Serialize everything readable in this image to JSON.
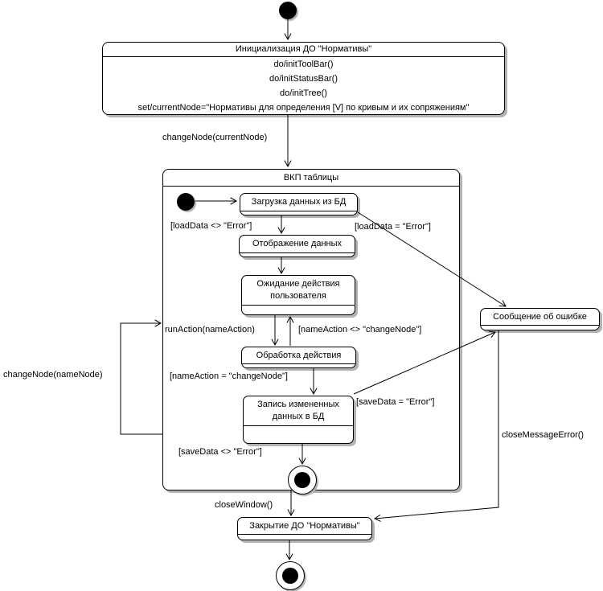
{
  "diagram": {
    "init_state": {
      "title": "Инициализация ДО \"Нормативы\"",
      "actions": [
        "do/initToolBar()",
        "do/initStatusBar()",
        "do/initTree()",
        "set/currentNode=\"Нормативы для определения [V] по кривым и их сопряжениям\""
      ]
    },
    "composite": {
      "title": "ВКП таблицы",
      "states": {
        "load": "Загрузка данных из БД",
        "display": "Отображение данных",
        "wait": "Ожидание действия пользователя",
        "process": "Обработка действия",
        "save": "Запись измененных данных в БД"
      }
    },
    "error_state": {
      "title": "Сообщение об ошибке"
    },
    "close_state": {
      "title": "Закрытие ДО \"Нормативы\""
    },
    "labels": {
      "change_node_current": "changeNode(currentNode)",
      "load_ok": "[loadData <> \"Error\"]",
      "load_err": "[loadData = \"Error\"]",
      "run_action": "runAction(nameAction)",
      "name_action_neq": "[nameAction <> \"changeNode\"]",
      "name_action_eq": "[nameAction = \"changeNode\"]",
      "save_err": "[saveData = \"Error\"]",
      "save_ok": "[saveData <> \"Error\"]",
      "change_node_name": "changeNode(nameNode)",
      "close_message_error": "closeMessageError()",
      "close_window": "closeWindow()"
    },
    "colors": {
      "line": "#000000",
      "shadow": "#b2b2b2",
      "fill": "#ffffff"
    }
  }
}
